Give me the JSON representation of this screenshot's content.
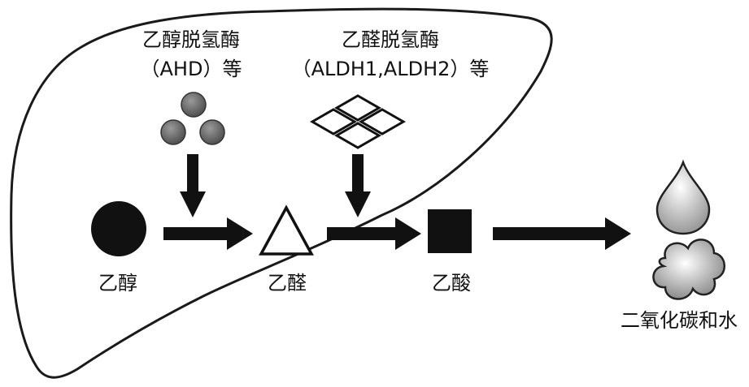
{
  "enzymes": {
    "adh": {
      "name": "乙醇脱氢酶",
      "detail": "（AHD）等"
    },
    "aldh": {
      "name": "乙醛脱氢酶",
      "detail": "（ALDH1,ALDH2）等"
    }
  },
  "compounds": {
    "ethanol": "乙醇",
    "acetaldehyde": "乙醛",
    "acetic_acid": "乙酸",
    "products": "二氧化碳和水"
  },
  "colors": {
    "ink": "#111111",
    "liver_outline": "#1a1a1a",
    "adh_sphere": "#6b6b6b",
    "shading_light": "#f2f2f2",
    "shading_dark": "#8a8a8a"
  }
}
